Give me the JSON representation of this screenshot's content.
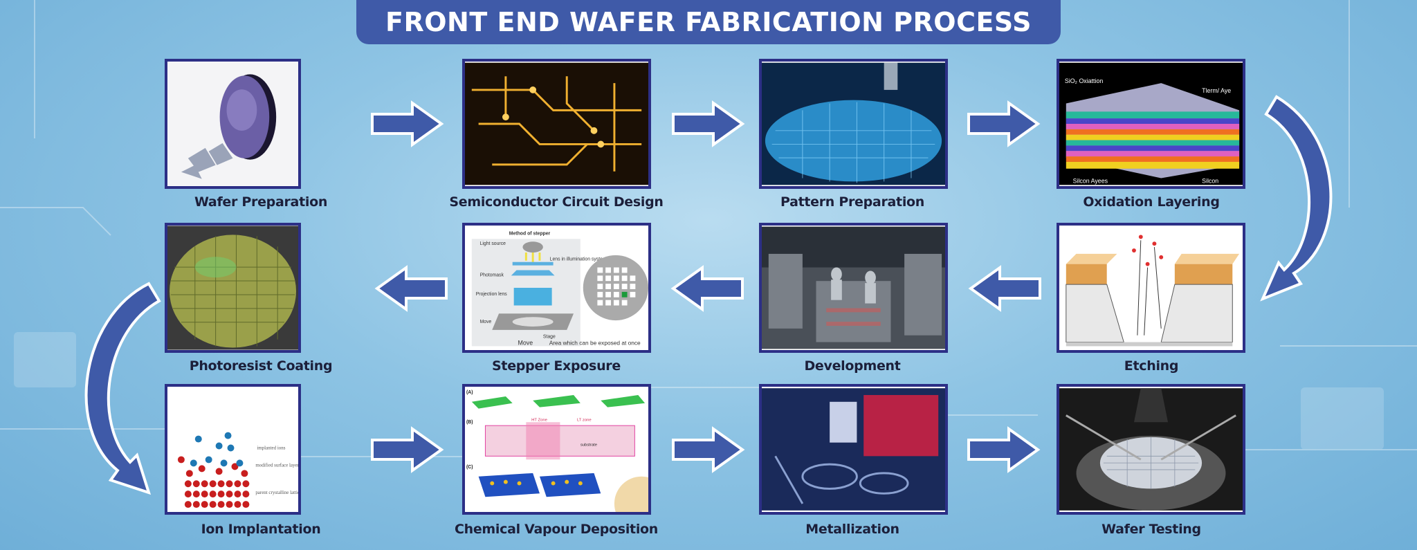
{
  "title": "FRONT END WAFER FABRICATION PROCESS",
  "colors": {
    "accent": "#3f5aa8",
    "frame": "#2c2f86",
    "background": "#8ec4e4"
  },
  "steps": [
    {
      "label": "Wafer Preparation"
    },
    {
      "label": "Semiconductor Circuit Design"
    },
    {
      "label": "Pattern Preparation"
    },
    {
      "label": "Oxidation Layering",
      "image_text": {
        "a": "SiO₂ Oxiattion",
        "b": "Tlerm/ Aye",
        "c": "Silcon Ayees",
        "d": "Silcon"
      }
    },
    {
      "label": "Etching"
    },
    {
      "label": "Development"
    },
    {
      "label": "Stepper Exposure",
      "image_text": {
        "title": "Method of stepper",
        "light": "Light source",
        "lens": "Lens in illumination system",
        "mask": "Photomask",
        "proj": "Projection lens",
        "move": "Move",
        "stage": "Stage",
        "move2": "Move",
        "area": "Area which can be exposed at once"
      }
    },
    {
      "label": "Photoresist Coating"
    },
    {
      "label": "Ion  Implantation",
      "image_text": {
        "a": "implanted ions",
        "b": "modified surface layer",
        "c": "parent crystalline lattice"
      }
    },
    {
      "label": "Chemical Vapour Deposition",
      "image_text": {
        "a": "(A)",
        "b": "(B)",
        "c": "(C)",
        "d": "HT Zone",
        "e": "LT zone",
        "f": "substrate"
      }
    },
    {
      "label": "Metallization"
    },
    {
      "label": "Wafer Testing"
    }
  ]
}
